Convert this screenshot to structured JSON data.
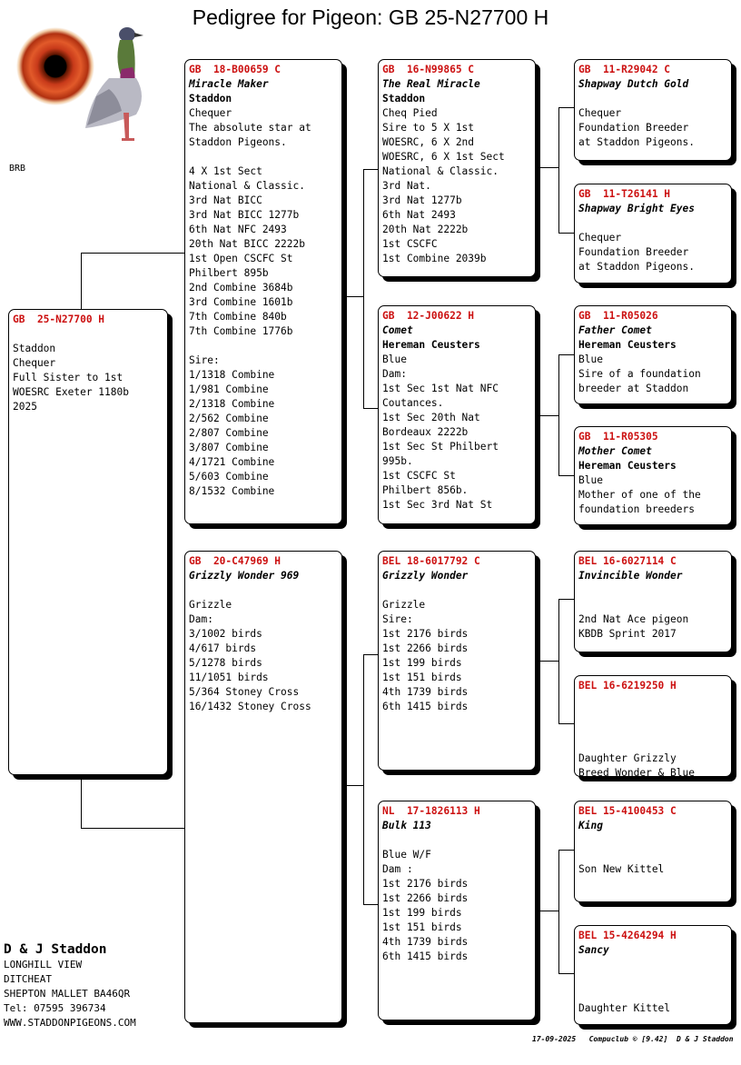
{
  "page": {
    "title": "Pedigree for Pigeon: GB  25-N27700 H"
  },
  "photo_caption": "BRB",
  "breeder": {
    "name": "D & J Staddon",
    "lines": [
      "LONGHILL VIEW",
      "DITCHEAT",
      "SHEPTON MALLET BA46QR",
      "Tel: 07595 396734",
      "WWW.STADDONPIGEONS.COM"
    ]
  },
  "footer": "17-09-2025   Compuclub © [9.42]  D & J Staddon",
  "subject": {
    "ring": "GB  25-N27700 H",
    "lines": [
      "",
      "Staddon",
      "Chequer",
      "Full Sister to 1st",
      "WOESRC Exeter 1180b",
      "2025"
    ]
  },
  "sire": {
    "ring": "GB  18-B00659 C",
    "name": "Miracle Maker",
    "owner": "Staddon",
    "lines": [
      "Chequer",
      "The absolute star at",
      "Staddon Pigeons.",
      "",
      "4 X 1st Sect",
      "National & Classic.",
      "3rd Nat BICC",
      "3rd Nat BICC 1277b",
      "6th Nat NFC 2493",
      "20th Nat BICC 2222b",
      "1st Open CSCFC St",
      "Philbert 895b",
      "2nd Combine 3684b",
      "3rd Combine 1601b",
      "7th Combine 840b",
      "7th Combine 1776b",
      "",
      "Sire:",
      "1/1318 Combine",
      "1/981 Combine",
      "2/1318 Combine",
      "2/562 Combine",
      "2/807 Combine",
      "3/807 Combine",
      "4/1721 Combine",
      "5/603 Combine",
      "8/1532 Combine"
    ]
  },
  "dam": {
    "ring": "GB  20-C47969 H",
    "name": "Grizzly Wonder 969",
    "lines": [
      "",
      "Grizzle",
      "Dam:",
      "3/1002 birds",
      "4/617 birds",
      "5/1278 birds",
      "11/1051 birds",
      "5/364 Stoney Cross",
      "16/1432 Stoney Cross"
    ]
  },
  "ss": {
    "ring": "GB  16-N99865 C",
    "name": "The Real Miracle",
    "owner": "Staddon",
    "lines": [
      "Cheq Pied",
      "Sire to 5 X 1st",
      "WOESRC, 6 X 2nd",
      "WOESRC, 6 X 1st Sect",
      "National & Classic.",
      "3rd Nat.",
      "3rd Nat 1277b",
      "6th Nat 2493",
      "20th Nat 2222b",
      "1st CSCFC",
      "1st Combine 2039b"
    ]
  },
  "sd": {
    "ring": "GB  12-J00622 H",
    "name": "Comet",
    "owner": "Hereman Ceusters",
    "lines": [
      "Blue",
      "Dam:",
      "1st Sec 1st Nat NFC",
      "Coutances.",
      "1st Sec 20th Nat",
      "Bordeaux 2222b",
      "1st Sec St Philbert",
      "995b.",
      "1st CSCFC St",
      "Philbert 856b.",
      "1st Sec 3rd Nat St"
    ]
  },
  "ds": {
    "ring": "BEL 18-6017792 C",
    "name": "Grizzly Wonder",
    "lines": [
      "",
      "Grizzle",
      "Sire:",
      "1st 2176 birds",
      "1st 2266 birds",
      "1st 199 birds",
      "1st 151 birds",
      "4th 1739 birds",
      "6th 1415 birds"
    ]
  },
  "dd": {
    "ring": "NL  17-1826113 H",
    "name": "Bulk 113",
    "lines": [
      "",
      "Blue W/F",
      "Dam :",
      "1st 2176 birds",
      "1st 2266 birds",
      "1st 199 birds",
      "1st 151 birds",
      "4th 1739 birds",
      "6th 1415 birds"
    ]
  },
  "sss": {
    "ring": "GB  11-R29042 C",
    "name": "Shapway Dutch Gold",
    "lines": [
      "",
      "Chequer",
      "Foundation Breeder",
      "at Staddon Pigeons."
    ]
  },
  "ssd": {
    "ring": "GB  11-T26141 H",
    "name": "Shapway Bright Eyes",
    "lines": [
      "",
      "Chequer",
      "Foundation Breeder",
      "at Staddon Pigeons."
    ]
  },
  "sds": {
    "ring": "GB  11-R05026",
    "name": "Father Comet",
    "owner": "Hereman Ceusters",
    "lines": [
      "Blue",
      "Sire of a foundation",
      "breeder at Staddon"
    ]
  },
  "sdd": {
    "ring": "GB  11-R05305",
    "name": "Mother Comet",
    "owner": "Hereman Ceusters",
    "lines": [
      "Blue",
      "Mother of one of the",
      "foundation breeders"
    ]
  },
  "dss": {
    "ring": "BEL 16-6027114 C",
    "name": "Invincible Wonder",
    "lines": [
      "",
      "",
      "2nd Nat Ace pigeon",
      "KBDB Sprint 2017"
    ]
  },
  "dsd": {
    "ring": "BEL 16-6219250 H",
    "lines": [
      "",
      "",
      "",
      "",
      "Daughter Grizzly",
      "Breed Wonder & Blue"
    ]
  },
  "dds": {
    "ring": "BEL 15-4100453 C",
    "name": "King",
    "lines": [
      "",
      "",
      "Son New Kittel"
    ]
  },
  "ddd": {
    "ring": "BEL 15-4264294 H",
    "name": "Sancy",
    "lines": [
      "",
      "",
      "",
      "Daughter Kittel"
    ]
  }
}
